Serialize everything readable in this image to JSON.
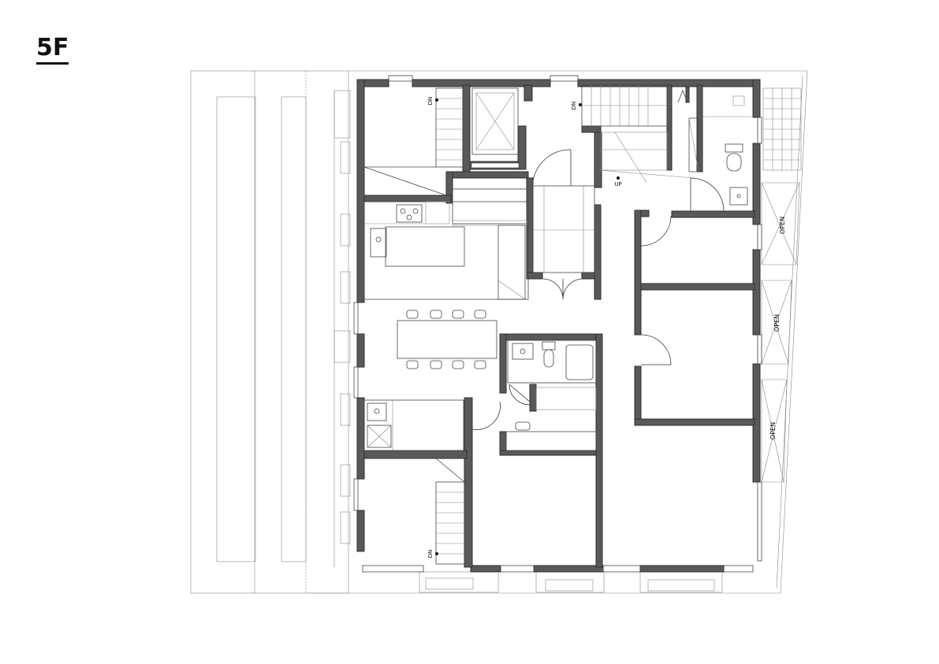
{
  "floor": {
    "title": "5F"
  },
  "labels": {
    "stair_dn_top_left": "DN",
    "stair_dn_core": "DN",
    "stair_up_core": "UP",
    "stair_dn_bottom_left": "DN",
    "open_1": "OPEN",
    "open_2": "OPEN",
    "open_3": "OPEN"
  }
}
